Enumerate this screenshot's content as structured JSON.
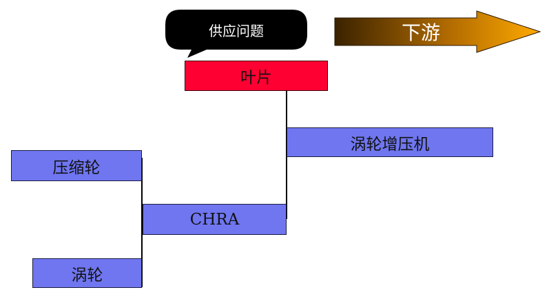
{
  "callout": {
    "label": "供应问题"
  },
  "direction": {
    "label": "下游"
  },
  "nodes": {
    "blade": "叶片",
    "turbocharger": "涡轮增压机",
    "compressor_wheel": "压缩轮",
    "chra": "CHRA",
    "turbine": "涡轮"
  },
  "colors": {
    "box_blue": "#6f76f0",
    "box_red": "#ff0033",
    "callout_fill": "#000000",
    "arrow_dark": "#3a2200",
    "arrow_light": "#ffaa00"
  }
}
